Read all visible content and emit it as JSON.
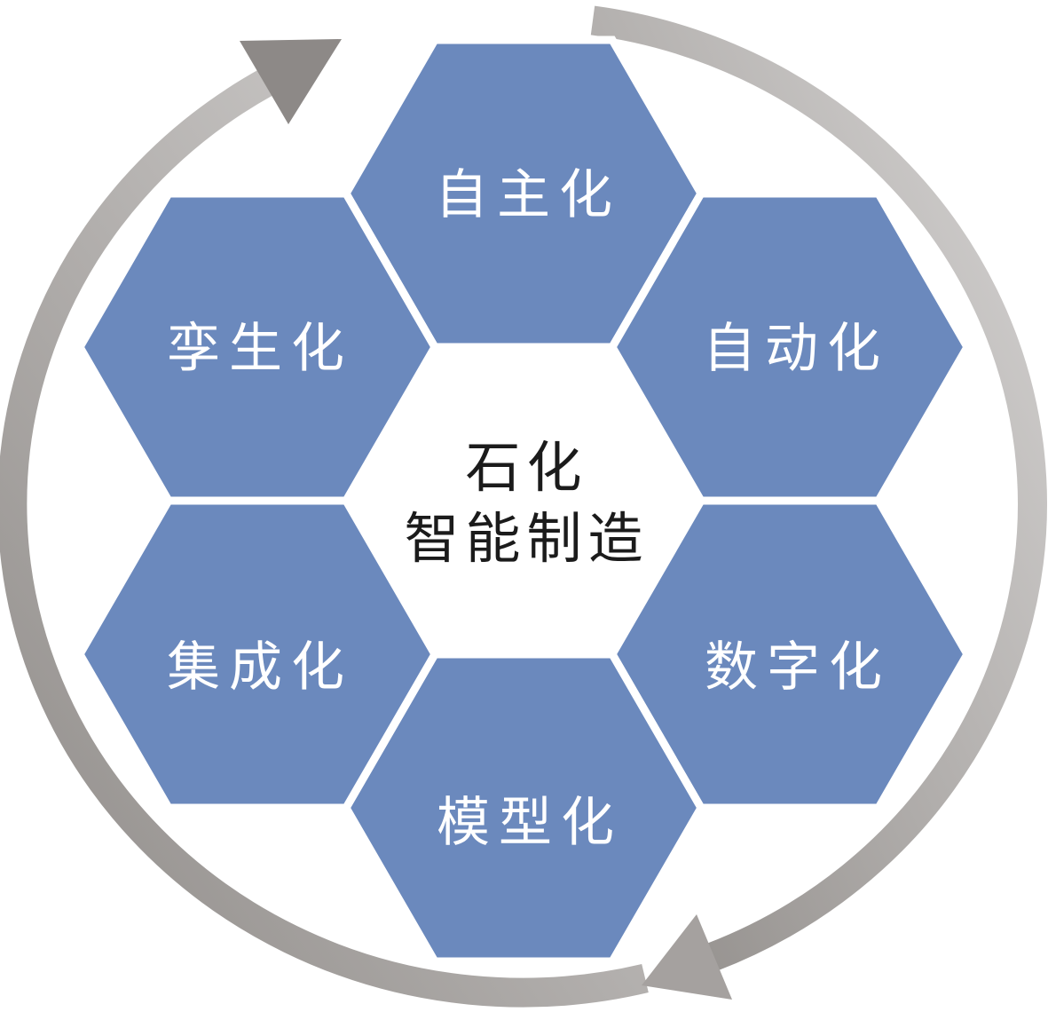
{
  "diagram": {
    "center": {
      "line1": "石化",
      "line2": "智能制造"
    },
    "hexagons": [
      {
        "position": "top",
        "label": "自主化"
      },
      {
        "position": "top-right",
        "label": "自动化"
      },
      {
        "position": "bottom-right",
        "label": "数字化"
      },
      {
        "position": "bottom",
        "label": "模型化"
      },
      {
        "position": "bottom-left",
        "label": "集成化"
      },
      {
        "position": "top-left",
        "label": "孪生化"
      }
    ],
    "cycle": {
      "direction": "clockwise",
      "arrowheads": 2
    }
  },
  "colors": {
    "background": "#ffffff",
    "hexagon_fill": "#6b89bd",
    "hexagon_label": "#ffffff",
    "center_text": "#1b1b1b",
    "ring_dark": "#8f8b88",
    "ring_mid": "#b3b0ae",
    "ring_light": "#d7d5d4",
    "arrow_top": "#8d8987",
    "arrow_bottom": "#a5a19f"
  }
}
